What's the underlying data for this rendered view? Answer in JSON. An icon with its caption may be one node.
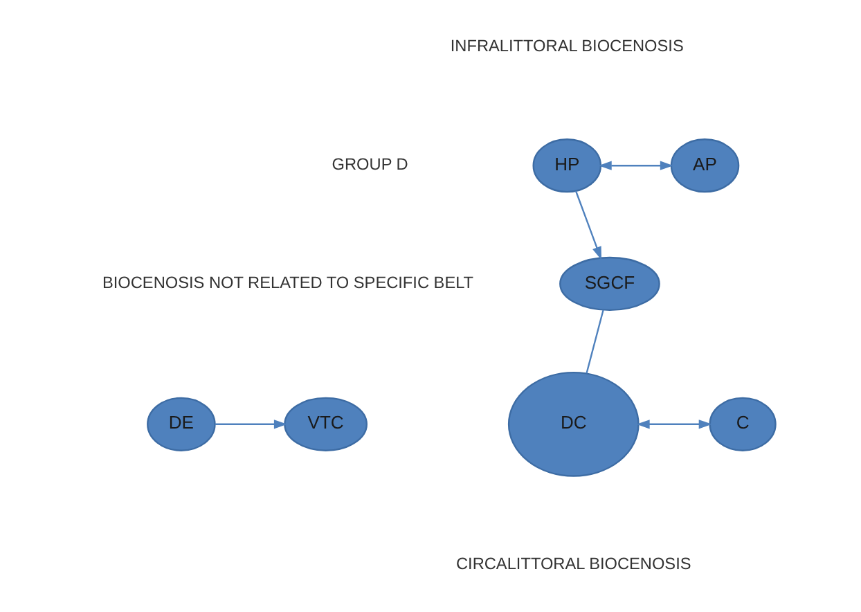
{
  "diagram": {
    "nodes": [
      {
        "text": [
          "HP"
        ]
      },
      {
        "text": [
          "AP"
        ]
      },
      {
        "text": [
          "SGCF"
        ]
      },
      {
        "text": [
          "VTC"
        ]
      },
      {
        "text": [
          "DE"
        ]
      },
      {
        "text": [
          "DC"
        ]
      },
      {
        "text": [
          "C"
        ]
      }
    ],
    "edges": [
      {
        "from": 0,
        "to": 1,
        "arrow": "both"
      },
      {
        "from": 0,
        "to": 2,
        "arrow": "to"
      },
      {
        "from": 2,
        "to": 5,
        "arrow": "none"
      },
      {
        "from": 4,
        "to": 3,
        "arrow": "to"
      },
      {
        "from": 5,
        "to": 6,
        "arrow": "both"
      }
    ],
    "labels": [
      "INFRALITTORAL BIOCENOSIS",
      "GROUP D",
      "BIOCENOSIS NOT RELATED TO SPECIFIC BELT",
      "CIRCALITTORAL BIOCENOSIS"
    ]
  }
}
